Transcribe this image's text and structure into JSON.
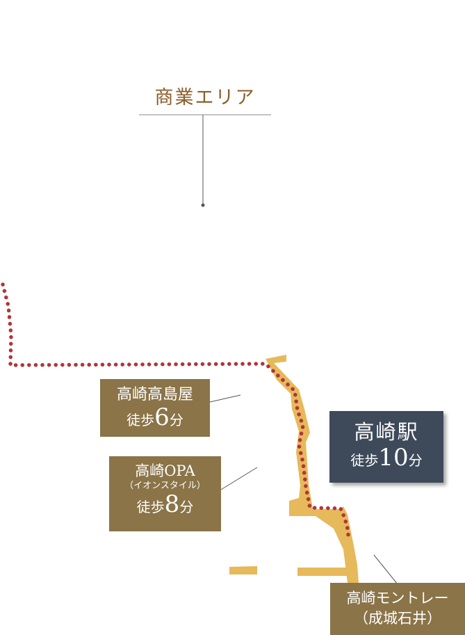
{
  "area": {
    "title": "商業エリア"
  },
  "labels": {
    "takashimaya": {
      "name": "高崎高島屋",
      "walk_prefix": "徒歩",
      "walk_minutes": "6",
      "walk_suffix": "分"
    },
    "opa": {
      "name": "高崎OPA",
      "subname": "（イオンスタイル）",
      "walk_prefix": "徒歩",
      "walk_minutes": "8",
      "walk_suffix": "分"
    },
    "station": {
      "name": "高崎駅",
      "walk_prefix": "徒歩",
      "walk_minutes": "10",
      "walk_suffix": "分"
    },
    "montre": {
      "name": "高崎モントレー",
      "subname": "（成城石井）"
    }
  },
  "colors": {
    "title_text": "#8b5e2a",
    "label_box": "#8a7448",
    "station_box": "#3e4a5a",
    "route_dots": "#b0353a",
    "station_building": "#e6b95a",
    "leader_line": "#555555"
  }
}
